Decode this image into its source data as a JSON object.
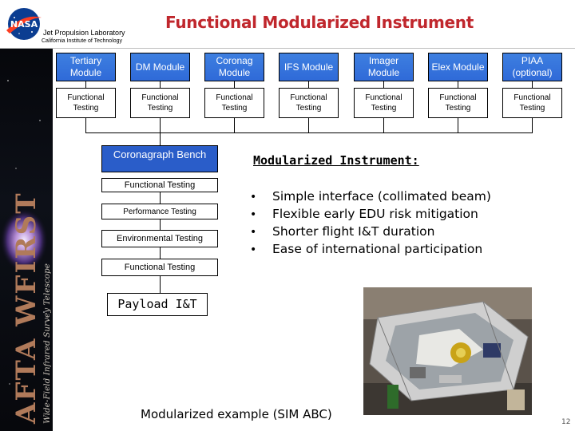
{
  "header": {
    "org_name": "Jet Propulsion Laboratory",
    "institution": "California Institute of Technology",
    "logo_text": "NASA",
    "title": "Functional Modularized Instrument"
  },
  "banner": {
    "mission_text": "AFTA WFIRST",
    "subtitle": "Wide-Field Infrared Survey Telescope"
  },
  "modules": [
    {
      "label": "Tertiary Module",
      "test_label": "Functional Testing"
    },
    {
      "label": "DM Module",
      "test_label": "Functional Testing"
    },
    {
      "label": "Coronag Module",
      "test_label": "Functional Testing"
    },
    {
      "label": "IFS Module",
      "test_label": "Functional Testing"
    },
    {
      "label": "Imager Module",
      "test_label": "Functional Testing"
    },
    {
      "label": "Elex Module",
      "test_label": "Functional Testing"
    },
    {
      "label": "PIAA (optional)",
      "test_label": "Functional Testing"
    }
  ],
  "integration": {
    "bench_label": "Coronagraph Bench",
    "stages": [
      "Functional Testing",
      "Performance Testing",
      "Environmental Testing",
      "Functional Testing"
    ],
    "payload_label": "Payload I&T"
  },
  "summary": {
    "heading": "Modularized Instrument:",
    "bullets": [
      "Simple interface (collimated beam)",
      "Flexible early EDU risk mitigation",
      "Shorter flight I&T duration",
      "Ease of international participation"
    ]
  },
  "photo": {
    "caption": "Modularized example (SIM ABC)"
  },
  "footer": {
    "page_number": "12"
  },
  "colors": {
    "title": "#c0272d",
    "module_fill": "#3a78dc",
    "bench_fill": "#2a5dc9"
  }
}
